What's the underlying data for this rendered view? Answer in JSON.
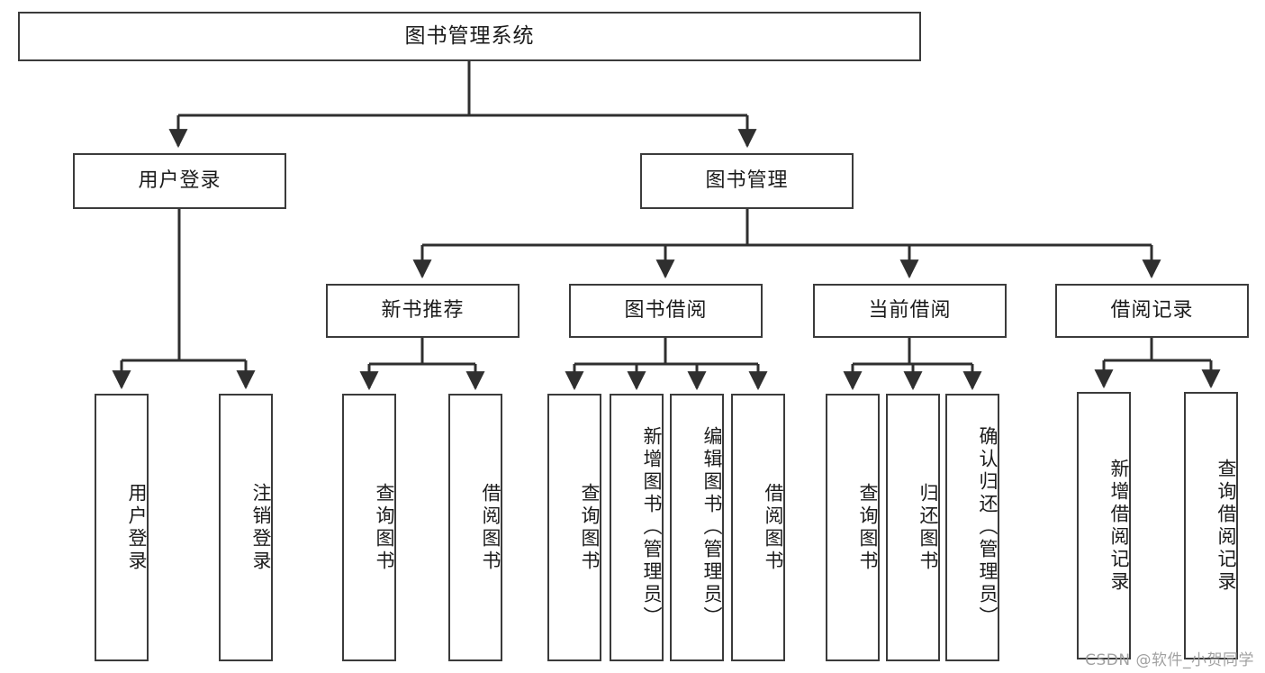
{
  "diagram": {
    "type": "tree-hierarchy",
    "title": "图书管理系统",
    "root": {
      "label": "图书管理系统"
    },
    "level2": [
      {
        "label": "用户登录"
      },
      {
        "label": "图书管理"
      }
    ],
    "level3": [
      {
        "label": "新书推荐"
      },
      {
        "label": "图书借阅"
      },
      {
        "label": "当前借阅"
      },
      {
        "label": "借阅记录"
      }
    ],
    "leaves": {
      "user_login": [
        {
          "label": "用户登录"
        },
        {
          "label": "注销登录"
        }
      ],
      "new_book_recommend": [
        {
          "label": "查询图书"
        },
        {
          "label": "借阅图书"
        }
      ],
      "book_borrow": [
        {
          "label": "查询图书"
        },
        {
          "label": "新增图书（管理员）"
        },
        {
          "label": "编辑图书（管理员）"
        },
        {
          "label": "借阅图书"
        }
      ],
      "current_borrow": [
        {
          "label": "查询图书"
        },
        {
          "label": "归还图书"
        },
        {
          "label": "确认归还（管理员）"
        }
      ],
      "borrow_record": [
        {
          "label": "新增借阅记录"
        },
        {
          "label": "查询借阅记录"
        }
      ]
    }
  },
  "watermark": {
    "text": "CSDN @软件_小贺同学"
  },
  "colors": {
    "box_border": "#3b3b3b",
    "box_fill": "#ffffff",
    "line": "#2f2f2f",
    "text": "#1b1b1b",
    "watermark": "#9a9a9a"
  }
}
